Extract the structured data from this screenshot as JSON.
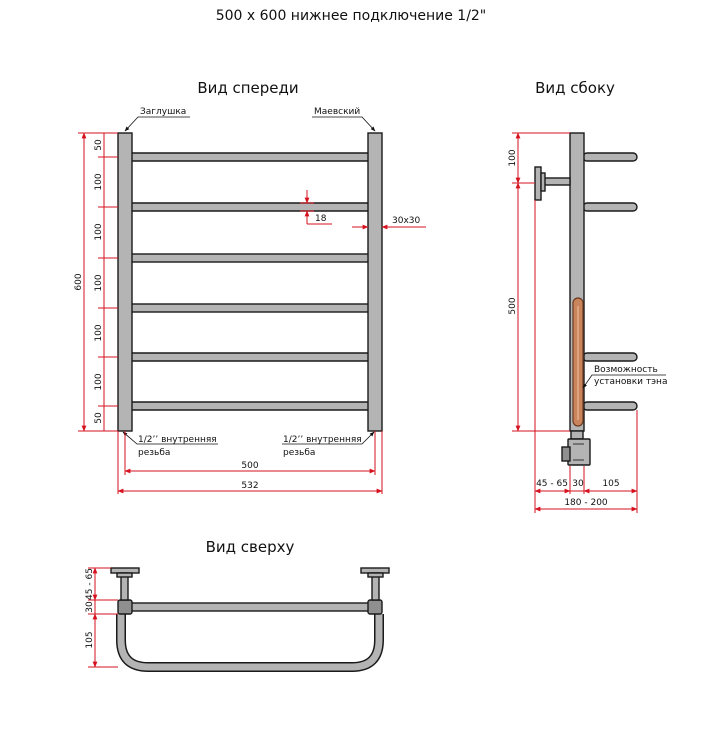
{
  "header": {
    "title": "500 x 600 нижнее подключение 1/2\""
  },
  "front_view": {
    "title": "Вид спереди",
    "cap_label": "Заглушка",
    "valve_label": "Маевский",
    "left_thread_line1": "1/2’’ внутренняя",
    "left_thread_line2": "резьба",
    "right_thread_line1": "1/2’’ внутренняя",
    "right_thread_line2": "резьба",
    "dim_total_height": "600",
    "dim_steps": [
      "50",
      "100",
      "100",
      "100",
      "100",
      "100",
      "50"
    ],
    "dim_rung_dia": "18",
    "dim_profile": "30x30",
    "dim_center_width": "500",
    "dim_overall_width": "532"
  },
  "side_view": {
    "title": "Вид сбоку",
    "dim_top": "100",
    "dim_height": "500",
    "heater_line1": "Возможность",
    "heater_line2": "установки тэна",
    "dim_wall": "45 - 65",
    "dim_tube": "30",
    "dim_depth": "105",
    "dim_overall": "180 - 200"
  },
  "top_view": {
    "title": "Вид сверху",
    "dim_wall": "45 - 65",
    "dim_tube": "30",
    "dim_depth": "105"
  },
  "colors": {
    "metal": "#b4b4b4",
    "outline": "#1a1a1a",
    "dimension": "#d6121f",
    "heater": "#c9845c"
  }
}
